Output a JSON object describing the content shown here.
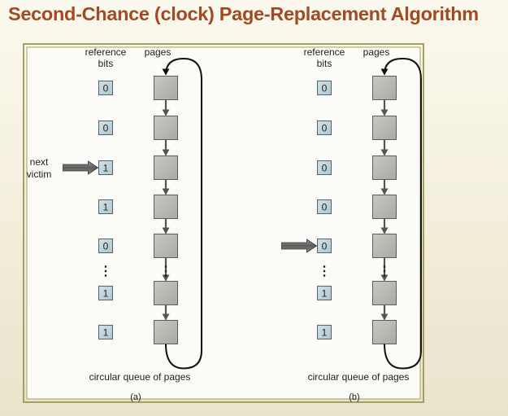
{
  "title": "Second-Chance (clock) Page-Replacement Algorithm",
  "colors": {
    "title": "#a34a22",
    "frame_border": "#a5a05e",
    "frame_fill": "#fcfbf8",
    "bit_fill": "#bfd3dc",
    "page_fill": "#b9b9b3",
    "arrow": "#6f6f6f"
  },
  "diagrams": [
    {
      "id": "a",
      "header_reference": "reference",
      "header_bits": "bits",
      "header_pages": "pages",
      "reference_bits": [
        "0",
        "0",
        "1",
        "1",
        "0",
        "1",
        "1"
      ],
      "ellipsis_after_index": 4,
      "ellipsis": "⋮",
      "pointer_index": 2,
      "pointer_label_line1": "next",
      "pointer_label_line2": "victim",
      "caption": "circular queue of pages",
      "sub_label": "(a)"
    },
    {
      "id": "b",
      "header_reference": "reference",
      "header_bits": "bits",
      "header_pages": "pages",
      "reference_bits": [
        "0",
        "0",
        "0",
        "0",
        "0",
        "1",
        "1"
      ],
      "ellipsis_after_index": 4,
      "ellipsis": "⋮",
      "pointer_index": 4,
      "caption": "circular queue of pages",
      "sub_label": "(b)"
    }
  ]
}
